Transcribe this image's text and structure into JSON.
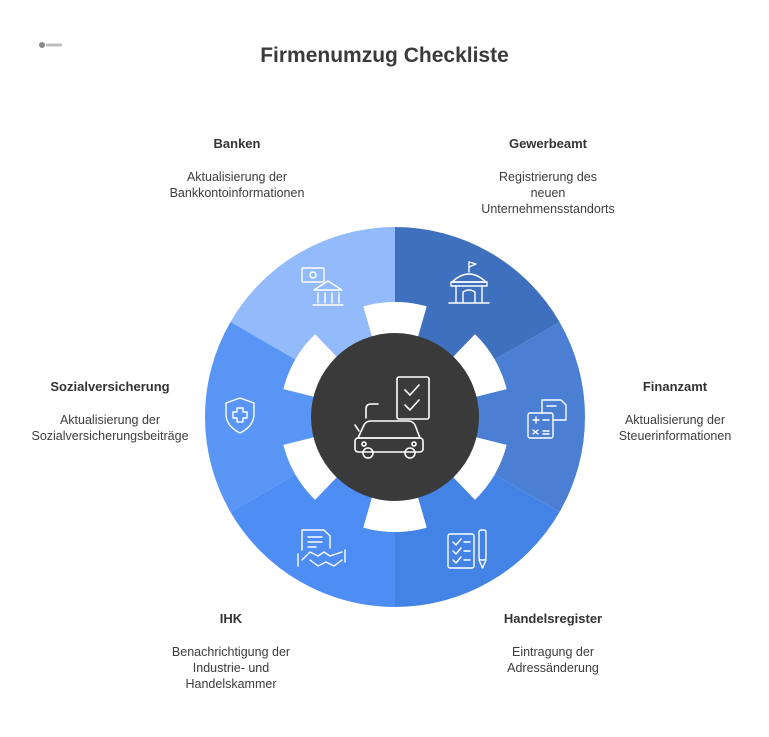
{
  "title": "Firmenumzug Checkliste",
  "colors": {
    "banken": "#93BAFA",
    "gewerbeamt": "#3F70BE",
    "finanzamt": "#4A7FD3",
    "handelsregister": "#4483E6",
    "ihk": "#4E8DF4",
    "sozialversicherung": "#5895F4",
    "center": "#3A3A3A"
  },
  "center": {
    "icon": "moving-truck-checklist-icon"
  },
  "segments": [
    {
      "id": "banken",
      "title": "Banken",
      "description": [
        "Aktualisierung der",
        "Bankkontoinformationen"
      ],
      "icon": "bank-money-icon"
    },
    {
      "id": "gewerbeamt",
      "title": "Gewerbeamt",
      "description": [
        "Registrierung des",
        "neuen",
        "Unternehmensstandorts"
      ],
      "icon": "government-building-icon"
    },
    {
      "id": "finanzamt",
      "title": "Finanzamt",
      "description": [
        "Aktualisierung der",
        "Steuerinformationen"
      ],
      "icon": "calculator-documents-icon"
    },
    {
      "id": "handelsregister",
      "title": "Handelsregister",
      "description": [
        "Eintragung der",
        "Adressänderung"
      ],
      "icon": "checklist-pen-icon"
    },
    {
      "id": "ihk",
      "title": "IHK",
      "description": [
        "Benachrichtigung der",
        "Industrie- und",
        "Handelskammer"
      ],
      "icon": "contract-handshake-icon"
    },
    {
      "id": "sozialversicherung",
      "title": "Sozialversicherung",
      "description": [
        "Aktualisierung der",
        "Sozialversicherungsbeiträge"
      ],
      "icon": "shield-cross-icon"
    }
  ]
}
